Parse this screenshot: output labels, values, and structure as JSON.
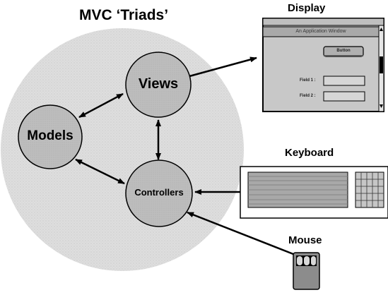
{
  "title": "MVC ‘Triads’",
  "nodes": {
    "views": "Views",
    "models": "Models",
    "controllers": "Controllers"
  },
  "devices": {
    "display": "Display",
    "keyboard": "Keyboard",
    "mouse": "Mouse"
  },
  "app_window": {
    "title": "An Application Window",
    "button_label": "Button",
    "field1_label": "Field 1 :",
    "field2_label": "Field 2 :"
  },
  "colors": {
    "triad_circle": "#dcdcdc",
    "node_fill": "#b8b8b8",
    "window_fill": "#c8c8c8",
    "keyboard_keys": "#a8a8a8",
    "mouse_body": "#8c8c8c"
  },
  "arrows": [
    {
      "from": "views",
      "to": "display",
      "direction": "one-way"
    },
    {
      "from": "models",
      "to": "views",
      "direction": "two-way"
    },
    {
      "from": "views",
      "to": "controllers",
      "direction": "two-way"
    },
    {
      "from": "models",
      "to": "controllers",
      "direction": "two-way"
    },
    {
      "from": "keyboard",
      "to": "controllers",
      "direction": "one-way"
    },
    {
      "from": "mouse",
      "to": "controllers",
      "direction": "one-way"
    }
  ]
}
